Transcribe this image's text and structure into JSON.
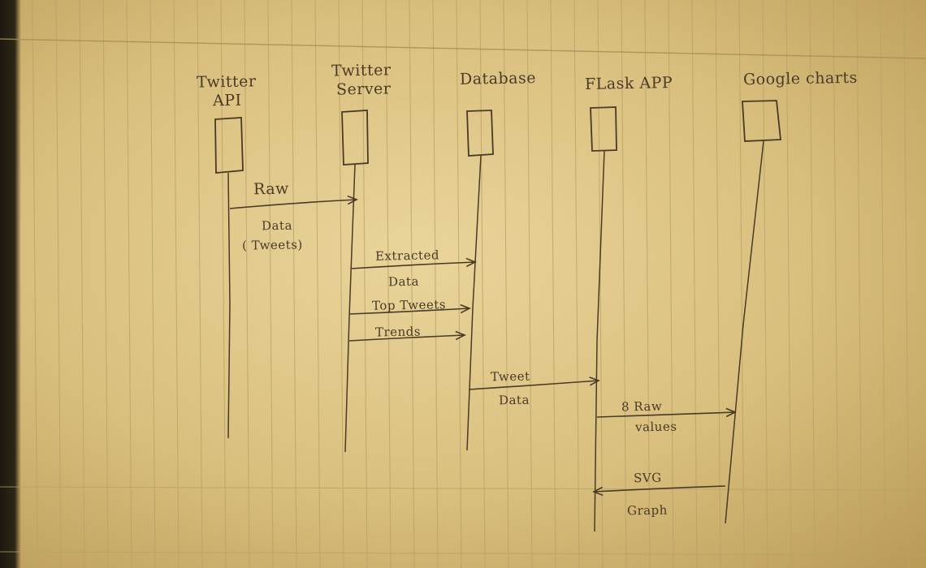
{
  "participants": [
    {
      "line1": "Twitter",
      "line2": "API"
    },
    {
      "line1": "Twitter",
      "line2": "Server"
    },
    {
      "line1": "Database",
      "line2": ""
    },
    {
      "line1": "FLask APP",
      "line2": ""
    },
    {
      "line1": "Google charts",
      "line2": ""
    }
  ],
  "messages": [
    {
      "label": "Raw",
      "label2": "Data",
      "label3": "( Tweets)"
    },
    {
      "label": "Extracted",
      "label2": "Data"
    },
    {
      "label": "Top Tweets",
      "label2": ""
    },
    {
      "label": "Trends",
      "label2": ""
    },
    {
      "label": "Tweet",
      "label2": "Data"
    },
    {
      "label": "8 Raw",
      "label2": "values"
    },
    {
      "label": "SVG",
      "label2": "Graph"
    }
  ],
  "colors": {
    "paper": "#e3cc8e",
    "ink": "#4a3a26",
    "rule_line": "#b9a266"
  }
}
